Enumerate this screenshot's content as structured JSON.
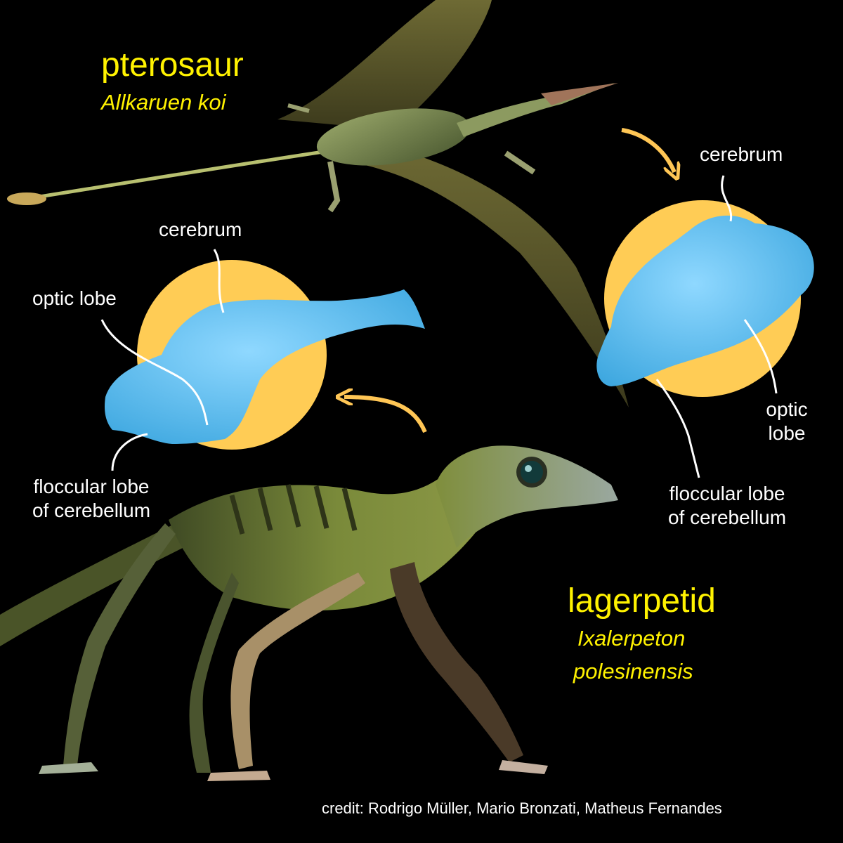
{
  "colors": {
    "background": "#000000",
    "title": "#fff200",
    "label": "#ffffff",
    "brain": "#56bdf0",
    "disc": "#ffcc55",
    "arrow": "#ffc655"
  },
  "pterosaur": {
    "group": "pterosaur",
    "species": "Allkaruen koi",
    "labels": {
      "cerebrum": "cerebrum",
      "optic_line1": "optic",
      "optic_line2": "lobe",
      "floccular_line1": "floccular lobe",
      "floccular_line2": "of cerebellum"
    }
  },
  "lagerpetid": {
    "group": "lagerpetid",
    "species_line1": "Ixalerpeton",
    "species_line2": "polesinensis",
    "labels": {
      "cerebrum": "cerebrum",
      "optic": "optic lobe",
      "floccular_line1": "floccular lobe",
      "floccular_line2": "of cerebellum"
    }
  },
  "credit": "credit: Rodrigo Müller, Mario Bronzati, Matheus Fernandes"
}
